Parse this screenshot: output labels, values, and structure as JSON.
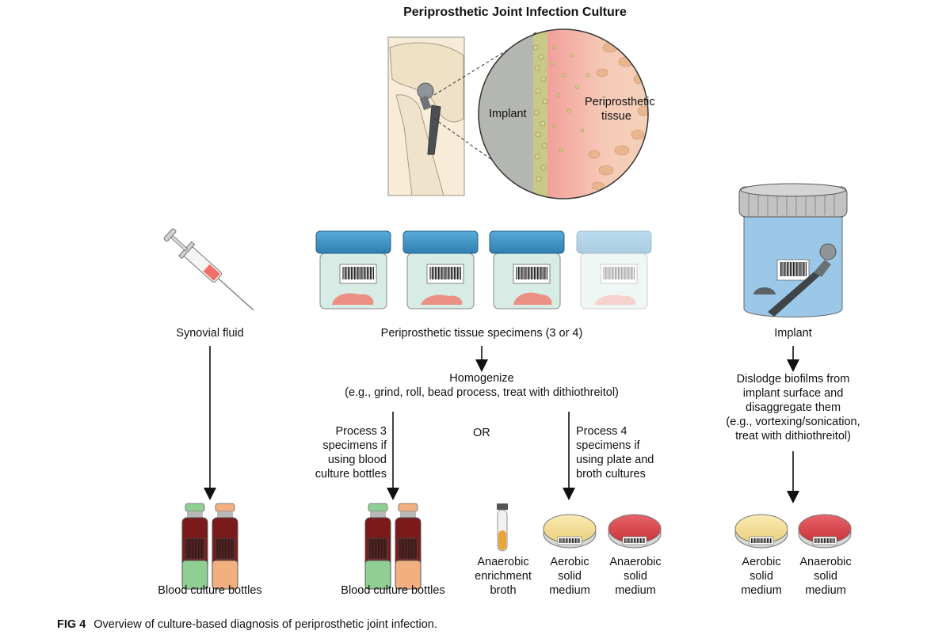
{
  "title": "Periprosthetic Joint Infection Culture",
  "zoom": {
    "implant_label": "Implant",
    "tissue_label_1": "Periprosthetic",
    "tissue_label_2": "tissue"
  },
  "columns": {
    "synovial": {
      "label": "Synovial fluid",
      "result": "Blood culture bottles"
    },
    "tissue": {
      "label": "Periprosthetic tissue specimens (3 or 4)",
      "homogenize_1": "Homogenize",
      "homogenize_2": "(e.g., grind, roll, bead process, treat with dithiothreitol)",
      "left_branch": [
        "Process 3",
        "specimens if",
        "using blood",
        "culture bottles"
      ],
      "or": "OR",
      "right_branch": [
        "Process 4",
        "specimens if",
        "using plate and",
        "broth cultures"
      ],
      "result_bottles": "Blood culture bottles",
      "broth": [
        "Anaerobic",
        "enrichment",
        "broth"
      ],
      "aerobic": [
        "Aerobic",
        "solid",
        "medium"
      ],
      "anaerobic": [
        "Anaerobic",
        "solid",
        "medium"
      ]
    },
    "implant": {
      "label": "Implant",
      "steps": [
        "Dislodge biofilms from",
        "implant surface and",
        "disaggregate them",
        "(e.g., vortexing/sonication,",
        "treat with dithiothreitol)"
      ],
      "aerobic": [
        "Aerobic",
        "solid",
        "medium"
      ],
      "anaerobic": [
        "Anaerobic",
        "solid",
        "medium"
      ]
    }
  },
  "caption": {
    "fig": "FIG 4",
    "text": "Overview of culture-based diagnosis of periprosthetic joint infection."
  },
  "colors": {
    "lid_blue": "#3f96c8",
    "jar_tint": "#d9eee6",
    "tissue_pink": "#ec8f84",
    "blood": "#7a1a1a",
    "aerobic_agar": "#f3dc93",
    "anaerobic_agar": "#d9434a"
  }
}
